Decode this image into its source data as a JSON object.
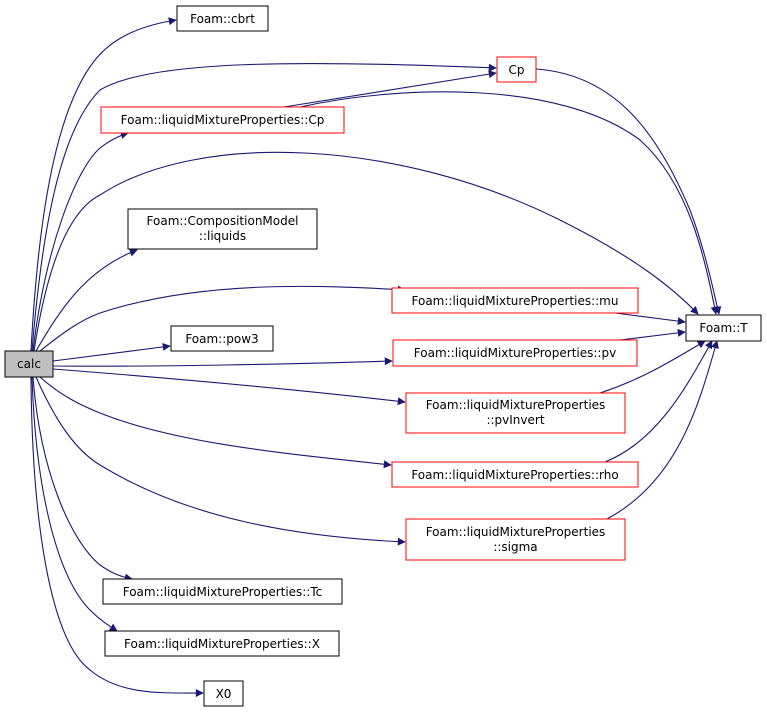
{
  "graph": {
    "root": {
      "label": "calc"
    },
    "nodes": {
      "cbrt": {
        "lines": [
          "Foam::cbrt"
        ]
      },
      "cp_short": {
        "lines": [
          "Cp"
        ]
      },
      "lmp_cp": {
        "lines": [
          "Foam::liquidMixtureProperties::Cp"
        ]
      },
      "liquids": {
        "lines": [
          "Foam::CompositionModel",
          "::liquids"
        ]
      },
      "mu": {
        "lines": [
          "Foam::liquidMixtureProperties::mu"
        ]
      },
      "t": {
        "lines": [
          "Foam::T"
        ]
      },
      "pow3": {
        "lines": [
          "Foam::pow3"
        ]
      },
      "pv": {
        "lines": [
          "Foam::liquidMixtureProperties::pv"
        ]
      },
      "pvinvert": {
        "lines": [
          "Foam::liquidMixtureProperties",
          "::pvInvert"
        ]
      },
      "rho": {
        "lines": [
          "Foam::liquidMixtureProperties::rho"
        ]
      },
      "sigma": {
        "lines": [
          "Foam::liquidMixtureProperties",
          "::sigma"
        ]
      },
      "tc": {
        "lines": [
          "Foam::liquidMixtureProperties::Tc"
        ]
      },
      "x": {
        "lines": [
          "Foam::liquidMixtureProperties::X"
        ]
      },
      "x0": {
        "lines": [
          "X0"
        ]
      }
    },
    "colors": {
      "edge": "#191970",
      "documented_border": "#000000",
      "undocumented_border": "#ff0000",
      "root_fill": "#bfbfbf"
    }
  }
}
